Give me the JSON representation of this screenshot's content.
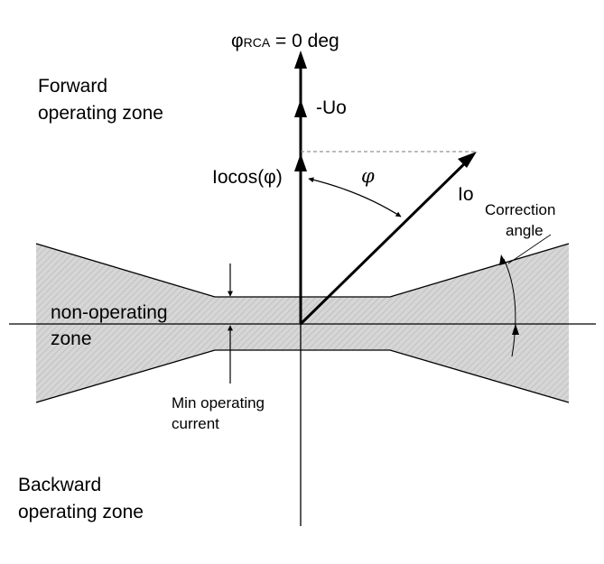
{
  "title": {
    "phi": "φ",
    "subscript": "RCA",
    "suffix": " = 0 deg"
  },
  "labels": {
    "forward_line1": "Forward",
    "forward_line2": "operating zone",
    "backward_line1": "Backward",
    "backward_line2": "operating zone",
    "non_operating_line1": "non-operating",
    "non_operating_line2": "zone",
    "min_current_line1": "Min operating",
    "min_current_line2": "current",
    "correction_line1": "Correction",
    "correction_line2": "angle",
    "neg_uo": "-Uo",
    "io": "Io",
    "iocos": "Iocos(φ)",
    "phi": "φ"
  },
  "colors": {
    "zone_fill": "#d6d6d6",
    "hatch": "#b0b0b0",
    "line": "#000000",
    "dashed": "#777777"
  }
}
